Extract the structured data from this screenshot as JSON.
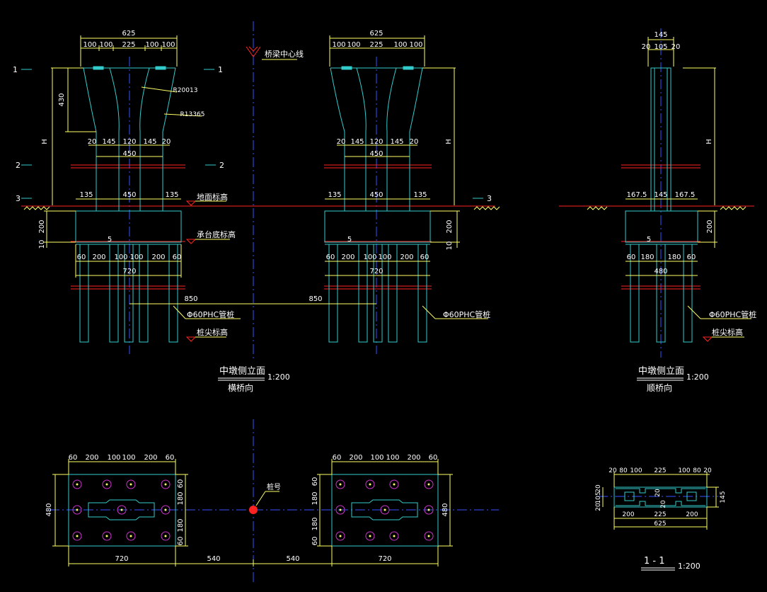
{
  "colors": {
    "background": "#000000",
    "outline": "#33cccc",
    "dimension": "#ffff66",
    "centerline": "#3355ff",
    "ground": "#ff2222",
    "pile_hole": "#cc33cc",
    "text": "#ffffff"
  },
  "labels": {
    "bridge_centerline": "桥梁中心线",
    "ground_elevation": "地面标高",
    "cap_bottom_elevation": "承台底标高",
    "pile_label": "Φ60PHC管桩",
    "pile_tip_elevation": "桩尖标高",
    "pile_number": "桩号",
    "view1_title": "中墩侧立面",
    "view1_sub": "横桥向",
    "view1_scale": "1:200",
    "view2_title": "中墩侧立面",
    "view2_sub": "顺桥向",
    "view2_scale": "1:200",
    "section_title": "1 - 1",
    "section_scale": "1:200",
    "sec1": "1",
    "sec2": "2",
    "sec3": "3",
    "radius1": "R20013",
    "radius2": "R13365",
    "H": "H"
  },
  "dims": {
    "top_total": "625",
    "top_parts": [
      "100",
      "100",
      "225",
      "100",
      "100"
    ],
    "mid_parts": [
      "20",
      "145",
      "120",
      "145",
      "20"
    ],
    "mid_total": "450",
    "cap_top": [
      "135",
      "450",
      "135"
    ],
    "pile_parts": [
      "60",
      "200",
      "100",
      "100",
      "200",
      "60"
    ],
    "pile_total": "720",
    "v_430": "430",
    "v_200": "200",
    "v_10": "10",
    "v_5": "5",
    "spacing": "850",
    "side_top": "145",
    "side_top_parts": [
      "20",
      "105",
      "20"
    ],
    "side_cap": [
      "167.5",
      "145",
      "167.5"
    ],
    "side_pile_parts": [
      "60",
      "180",
      "180",
      "60"
    ],
    "side_pile_total": "480",
    "plan_top": [
      "60",
      "200",
      "100",
      "100",
      "200",
      "60"
    ],
    "plan_side": [
      "60",
      "180",
      "180",
      "60"
    ],
    "plan_width": "480",
    "plan_length": "720",
    "plan_spacing": "540",
    "sec_top": [
      "20",
      "80",
      "100",
      "225",
      "100",
      "80",
      "20"
    ],
    "sec_left": [
      "20",
      "105",
      "20"
    ],
    "sec_bottom": [
      "200",
      "225",
      "200"
    ],
    "sec_total": "625",
    "sec_right": "145",
    "sec_inner": [
      "20",
      "20"
    ]
  }
}
